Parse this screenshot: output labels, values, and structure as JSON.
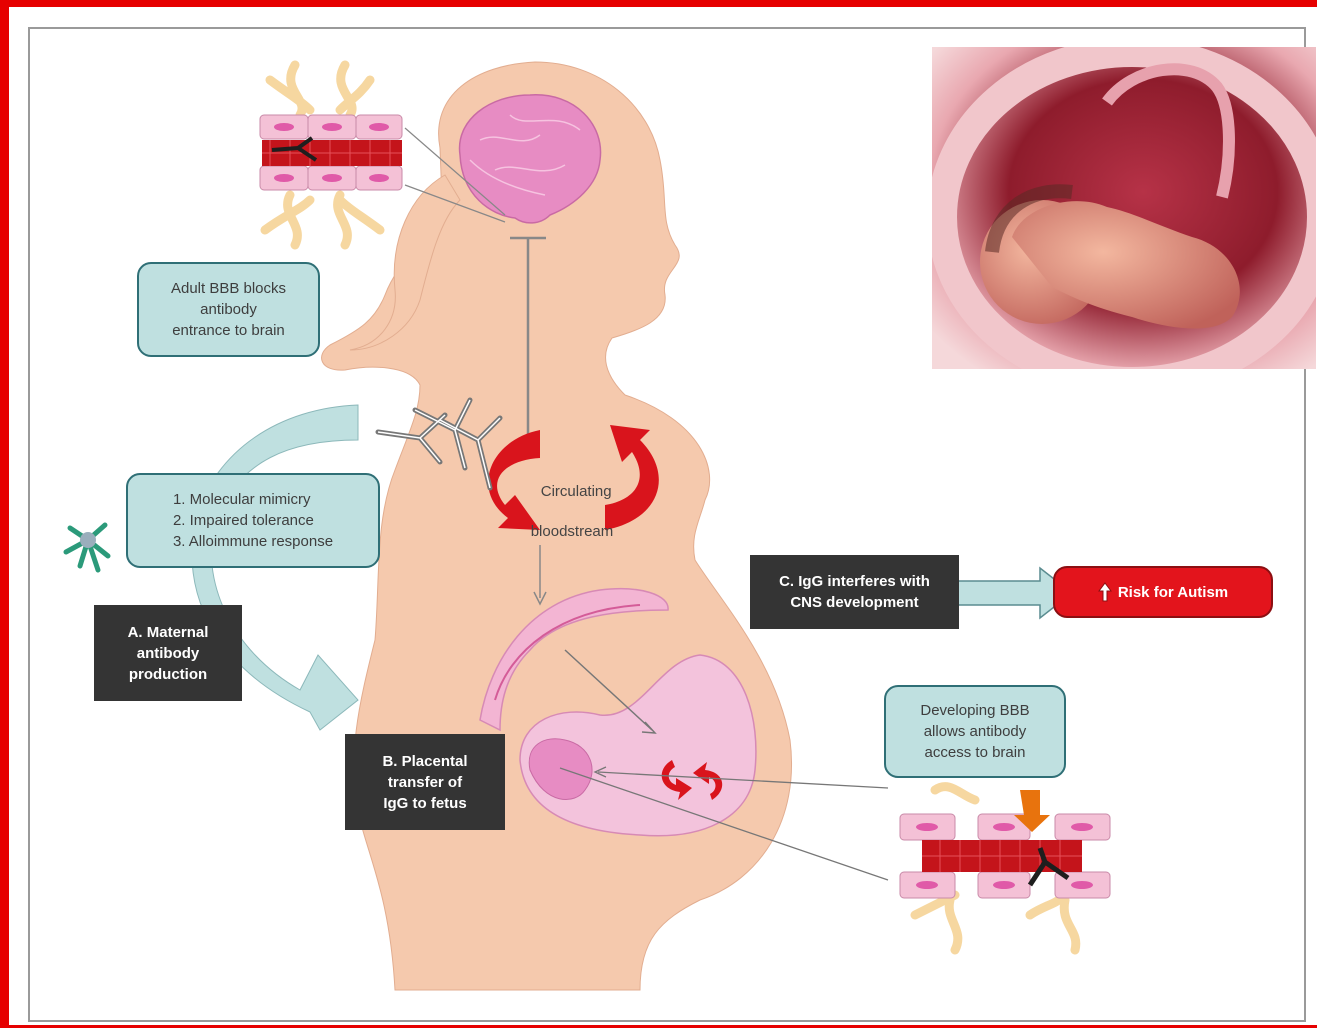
{
  "labels": {
    "adult_bbb": [
      "Adult BBB blocks",
      "antibody",
      "entrance to brain"
    ],
    "mechanisms": [
      "1. Molecular mimicry",
      "2. Impaired tolerance",
      "3. Alloimmune response"
    ],
    "maternal": [
      "A. Maternal",
      "antibody",
      "production"
    ],
    "placental": [
      "B. Placental",
      "transfer of",
      "IgG to fetus"
    ],
    "circulating": [
      "Circulating",
      "bloodstream"
    ],
    "igg_interferes": [
      "C. IgG interferes with",
      "CNS development"
    ],
    "risk": "Risk for Autism",
    "developing_bbb": [
      "Developing BBB",
      "allows antibody",
      "access to brain"
    ]
  },
  "icons": {
    "risk_arrow": "up-arrow-icon",
    "antibody": "antibody-icon",
    "immune_cell": "immune-cell-icon"
  },
  "colors": {
    "frame": "#e60000",
    "teal_box": "#bfe0e0",
    "dark_box": "#343434",
    "risk_box": "#e3141c",
    "body": "#f5c9ad",
    "brain": "#e78cc3",
    "blood_red": "#d9141c"
  }
}
